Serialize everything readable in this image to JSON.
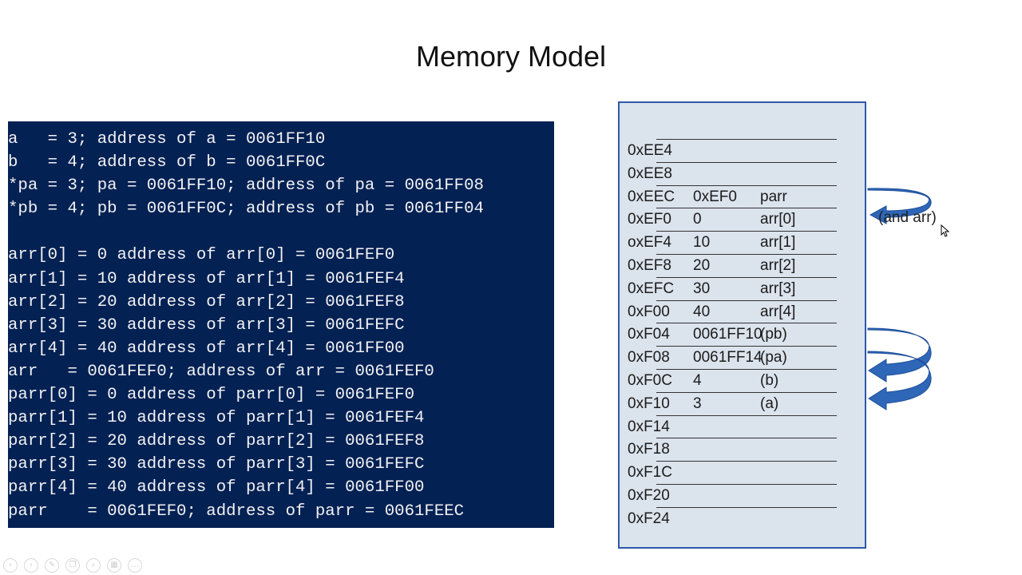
{
  "title": "Memory Model",
  "console_lines": [
    "a   = 3; address of a = 0061FF10",
    "b   = 4; address of b = 0061FF0C",
    "*pa = 3; pa = 0061FF10; address of pa = 0061FF08",
    "*pb = 4; pb = 0061FF0C; address of pb = 0061FF04",
    "",
    "arr[0] = 0 address of arr[0] = 0061FEF0",
    "arr[1] = 10 address of arr[1] = 0061FEF4",
    "arr[2] = 20 address of arr[2] = 0061FEF8",
    "arr[3] = 30 address of arr[3] = 0061FEFC",
    "arr[4] = 40 address of arr[4] = 0061FF00",
    "arr   = 0061FEF0; address of arr = 0061FEF0",
    "parr[0] = 0 address of parr[0] = 0061FEF0",
    "parr[1] = 10 address of parr[1] = 0061FEF4",
    "parr[2] = 20 address of parr[2] = 0061FEF8",
    "parr[3] = 30 address of parr[3] = 0061FEFC",
    "parr[4] = 40 address of parr[4] = 0061FF00",
    "parr    = 0061FEF0; address of parr = 0061FEEC"
  ],
  "memory_rows": [
    {
      "addr": "0xEE4",
      "value": "",
      "label": ""
    },
    {
      "addr": "0xEE8",
      "value": "",
      "label": ""
    },
    {
      "addr": "0xEEC",
      "value": "0xEF0",
      "label": "parr"
    },
    {
      "addr": "0xEF0",
      "value": "0",
      "label": "arr[0]"
    },
    {
      "addr": "oxEF4",
      "value": "10",
      "label": "arr[1]"
    },
    {
      "addr": "0xEF8",
      "value": "20",
      "label": "arr[2]"
    },
    {
      "addr": "0xEFC",
      "value": "30",
      "label": "arr[3]"
    },
    {
      "addr": "0xF00",
      "value": "40",
      "label": "arr[4]"
    },
    {
      "addr": "0xF04",
      "value": "0061FF10",
      "label": "(pb)"
    },
    {
      "addr": "0xF08",
      "value": "0061FF14",
      "label": "(pa)"
    },
    {
      "addr": "0xF0C",
      "value": "4",
      "label": "(b)"
    },
    {
      "addr": "0xF10",
      "value": "3",
      "label": "(a)"
    },
    {
      "addr": "0xF14",
      "value": "",
      "label": ""
    },
    {
      "addr": "0xF18",
      "value": "",
      "label": ""
    },
    {
      "addr": "0xF1C",
      "value": "",
      "label": ""
    },
    {
      "addr": "0xF20",
      "value": "",
      "label": ""
    },
    {
      "addr": "0xF24",
      "value": "",
      "label": ""
    }
  ],
  "annotation": "(and  arr)",
  "colors": {
    "console_bg": "#042154",
    "console_text": "#f2f2f2",
    "panel_bg": "#dbe3ed",
    "panel_border": "#2e58a8",
    "arrow": "#2e66b8"
  },
  "toolbar_icons": [
    "prev-icon",
    "next-icon",
    "pen-icon",
    "copy-icon",
    "zoom-icon",
    "slides-icon",
    "more-icon"
  ]
}
